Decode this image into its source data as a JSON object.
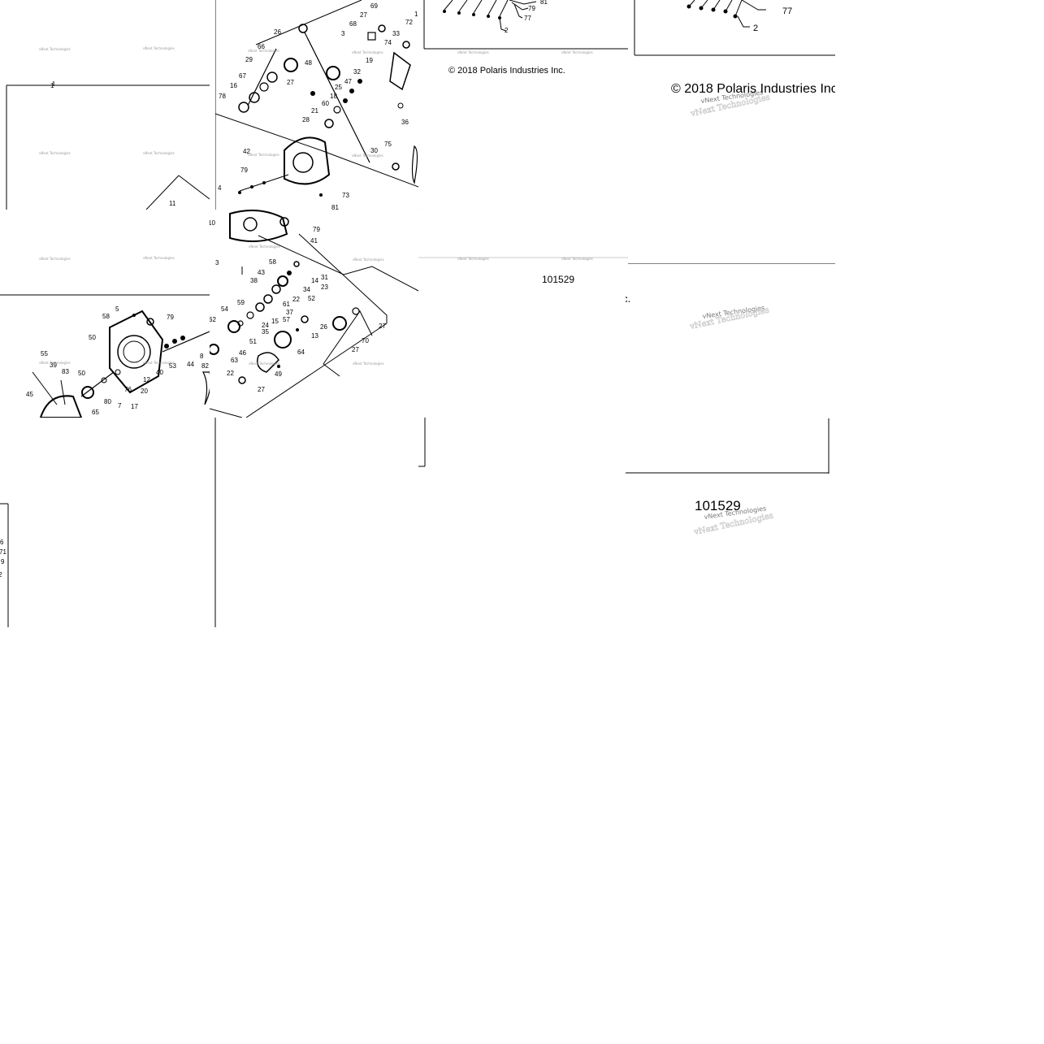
{
  "copyright": "© 2018 Polaris Industries Inc.",
  "copyright_large": "© 2018 Polaris Industries Inc",
  "fragment_c": "c.",
  "reference_number": "101529",
  "watermark": "vNext Technologies",
  "callouts": {
    "tile_a": [
      "1",
      "11"
    ],
    "tile_b_upper": [
      "69",
      "27",
      "1",
      "68",
      "3",
      "26",
      "66",
      "72",
      "33",
      "74",
      "29",
      "48",
      "19",
      "67",
      "32",
      "16",
      "47",
      "78",
      "27",
      "25",
      "18",
      "60",
      "21",
      "28",
      "36",
      "75",
      "30",
      "42",
      "79",
      "4",
      "73",
      "81"
    ],
    "tile_b_lower": [
      "10",
      "79",
      "41",
      "3",
      "58",
      "43",
      "38",
      "31",
      "14",
      "23",
      "34",
      "22",
      "52",
      "61",
      "59",
      "37",
      "54",
      "57",
      "15",
      "24",
      "35",
      "62",
      "26",
      "27",
      "51",
      "13",
      "46",
      "70",
      "64",
      "63",
      "27",
      "22",
      "49",
      "27"
    ],
    "tile_c": [
      "81",
      "79",
      "77",
      "2"
    ],
    "tile_d": [
      "77",
      "2"
    ],
    "tile_e": [
      "5",
      "58",
      "79",
      "50",
      "55",
      "39",
      "83",
      "50",
      "40",
      "53",
      "44",
      "8",
      "82",
      "12",
      "76",
      "20",
      "45",
      "80",
      "7",
      "17",
      "65"
    ],
    "tile_f": [
      "6",
      "71",
      "9",
      "2"
    ]
  }
}
